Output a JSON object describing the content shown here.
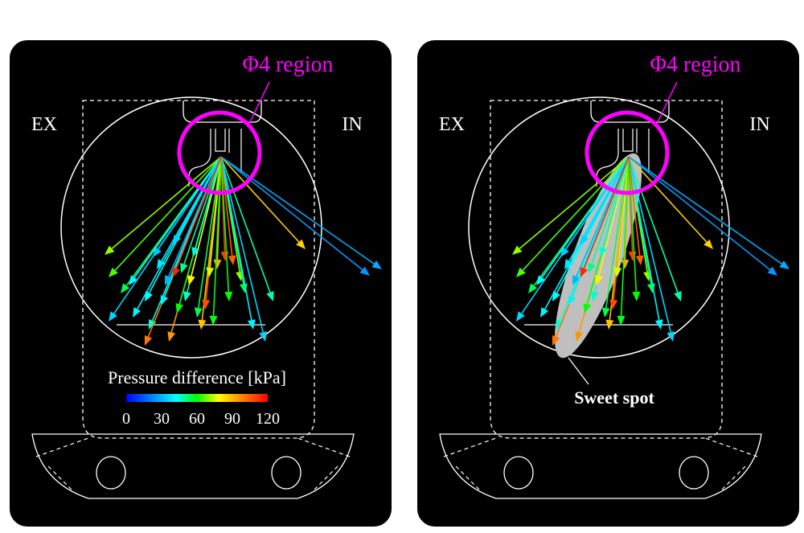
{
  "panels": [
    {
      "region_label": "Φ4 region",
      "ex_label": "EX",
      "in_label": "IN"
    },
    {
      "region_label": "Φ4 region",
      "ex_label": "EX",
      "in_label": "IN",
      "annotation": "Sweet spot"
    }
  ],
  "colorbar": {
    "title": "Pressure difference [kPa]",
    "ticks": [
      "0",
      "30",
      "60",
      "90",
      "120"
    ],
    "min": 0,
    "max": 120
  },
  "colors": {
    "background": "#000000",
    "outline": "#ffffff",
    "region": "#ff00ff",
    "sweet_spot": "#bfbfbf"
  }
}
